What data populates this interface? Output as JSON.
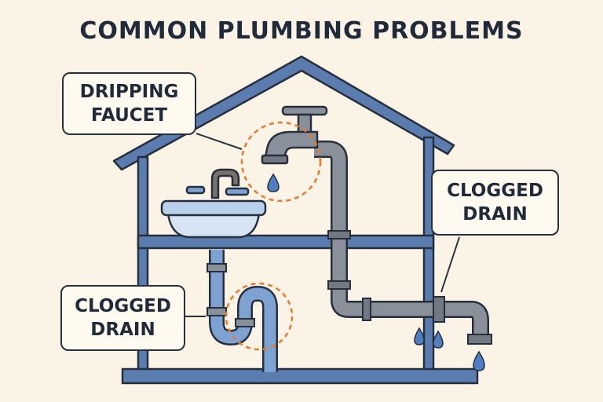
{
  "title": "COMMON PLUMBING PROBLEMS",
  "callouts": {
    "faucet": {
      "line1": "DRIPPING",
      "line2": "FAUCET"
    },
    "drain_right": {
      "line1": "CLOGGED",
      "line2": "DRAIN"
    },
    "drain_left": {
      "line1": "CLOGGED",
      "line2": "DRAIN"
    }
  },
  "colors": {
    "background": "#fbf4e6",
    "house_frame": "#5b7cae",
    "pipe_gray": "#8a9099",
    "pipe_blue": "#7ea3d3",
    "problem_marker": "#e8792e",
    "water_drop": "#4f7ec0",
    "outline": "#26303d"
  }
}
